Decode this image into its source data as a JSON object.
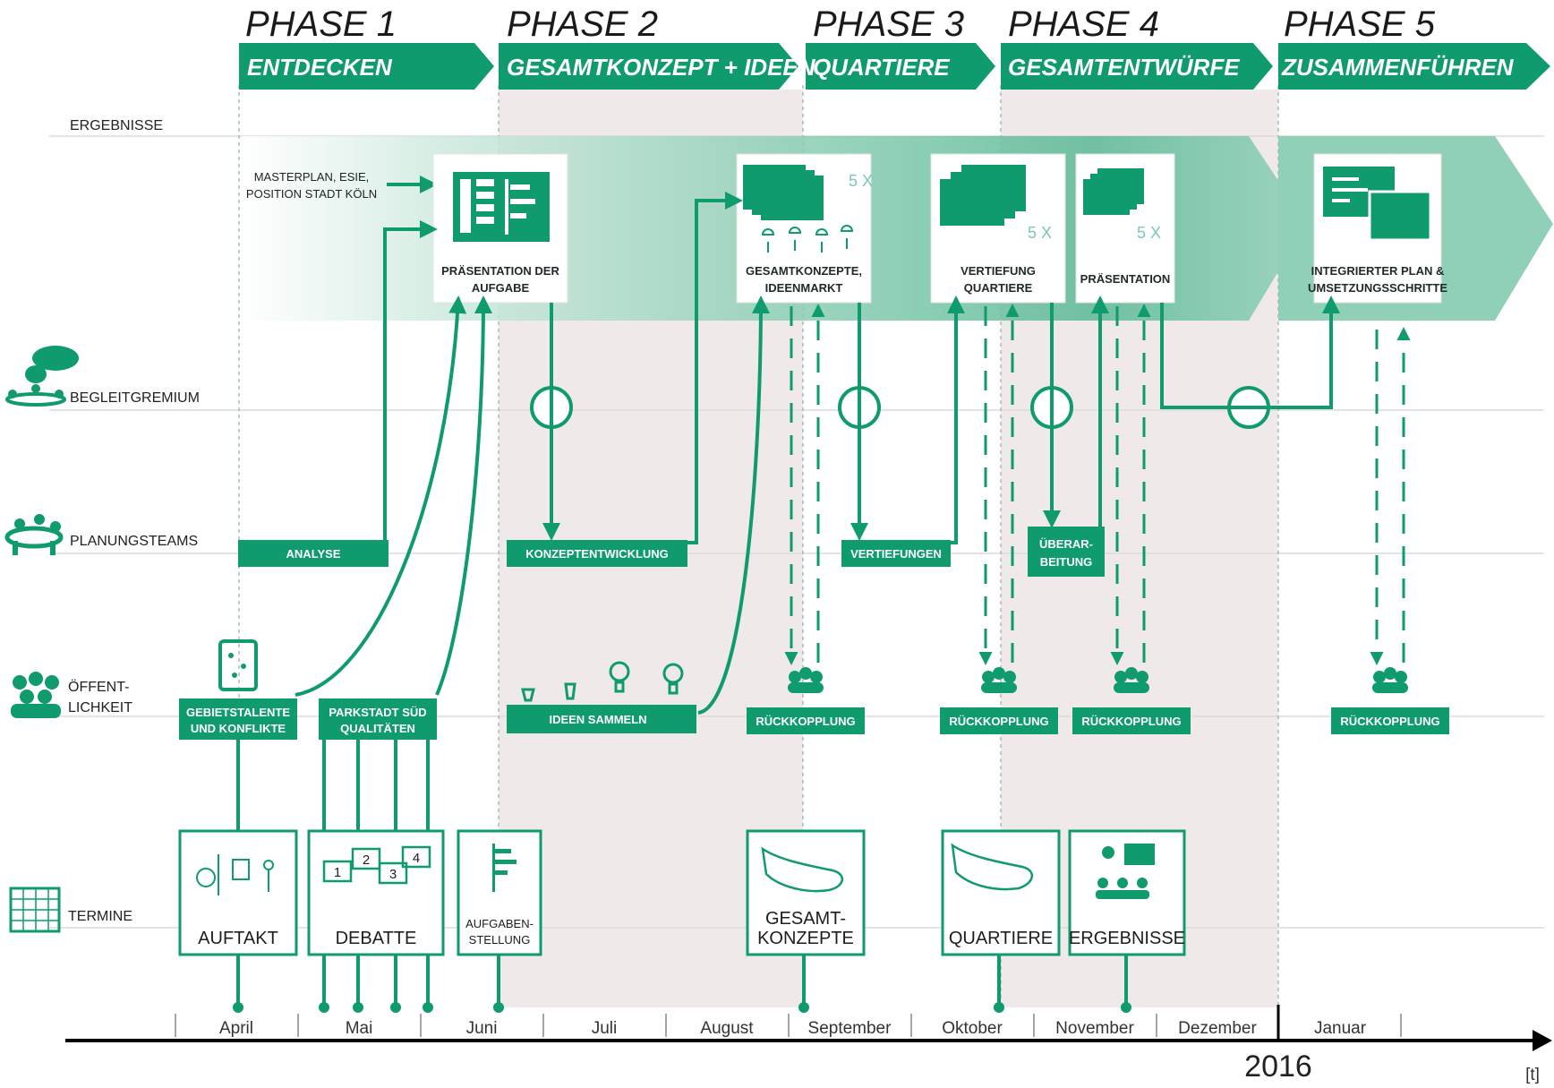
{
  "phases": [
    {
      "title": "PHASE 1",
      "subtitle": "ENTDECKEN"
    },
    {
      "title": "PHASE 2",
      "subtitle": "GESAMTKONZEPT + IDEEN"
    },
    {
      "title": "PHASE 3",
      "subtitle": "QUARTIERE"
    },
    {
      "title": "PHASE 4",
      "subtitle": "GESAMTENTWÜRFE"
    },
    {
      "title": "PHASE 5",
      "subtitle": "ZUSAMMENFÜHREN"
    }
  ],
  "lanes": {
    "ergebnisse": "ERGEBNISSE",
    "begleitgremium": "BEGLEITGREMIUM",
    "planungsteams": "PLANUNGSTEAMS",
    "oeffentlichkeit_1": "ÖFFENT-",
    "oeffentlichkeit_2": "LICHKEIT",
    "termine": "TERMINE"
  },
  "inputs": {
    "line1": "MASTERPLAN, ESIE,",
    "line2": "POSITION STADT KÖLN"
  },
  "results": [
    {
      "line1": "PRÄSENTATION DER",
      "line2": "AUFGABE"
    },
    {
      "line1": "GESAMTKONZEPTE,",
      "line2": "IDEENMARKT",
      "multiplier": "5 X"
    },
    {
      "line1": "VERTIEFUNG",
      "line2": "QUARTIERE",
      "multiplier": "5 X"
    },
    {
      "line1": "PRÄSENTATION",
      "line2": "",
      "multiplier": "5 X"
    },
    {
      "line1": "INTEGRIERTER PLAN &",
      "line2": "UMSETZUNGSSCHRITTE"
    }
  ],
  "team_bars": [
    {
      "line1": "ANALYSE"
    },
    {
      "line1": "KONZEPTENTWICKLUNG"
    },
    {
      "line1": "VERTIEFUNGEN"
    },
    {
      "line1": "ÜBERAR-",
      "line2": "BEITUNG"
    }
  ],
  "public_bars": [
    {
      "line1": "GEBIETSTALENTE",
      "line2": "UND KONFLIKTE"
    },
    {
      "line1": "PARKSTADT SÜD",
      "line2": "QUALITÄTEN"
    },
    {
      "line1": "IDEEN SAMMELN"
    },
    {
      "line1": "RÜCKKOPPLUNG"
    },
    {
      "line1": "RÜCKKOPPLUNG"
    },
    {
      "line1": "RÜCKKOPPLUNG"
    },
    {
      "line1": "RÜCKKOPPLUNG"
    }
  ],
  "events": [
    {
      "line1": "AUFTAKT"
    },
    {
      "line1": "DEBATTE"
    },
    {
      "line1": "AUFGABEN-",
      "line2": "STELLUNG"
    },
    {
      "line1": "GESAMT-",
      "line2": "KONZEPTE"
    },
    {
      "line1": "QUARTIERE"
    },
    {
      "line1": "ERGEBNISSE"
    }
  ],
  "debate_numbers": [
    "1",
    "2",
    "3",
    "4"
  ],
  "months": [
    "April",
    "Mai",
    "Juni",
    "Juli",
    "August",
    "September",
    "Oktober",
    "November",
    "Dezember",
    "Januar"
  ],
  "year": "2016",
  "axis_unit": "[t]",
  "colors": {
    "accent": "#0f9b6e",
    "shade": "#efe9e9",
    "band": "#7cc9ab"
  }
}
